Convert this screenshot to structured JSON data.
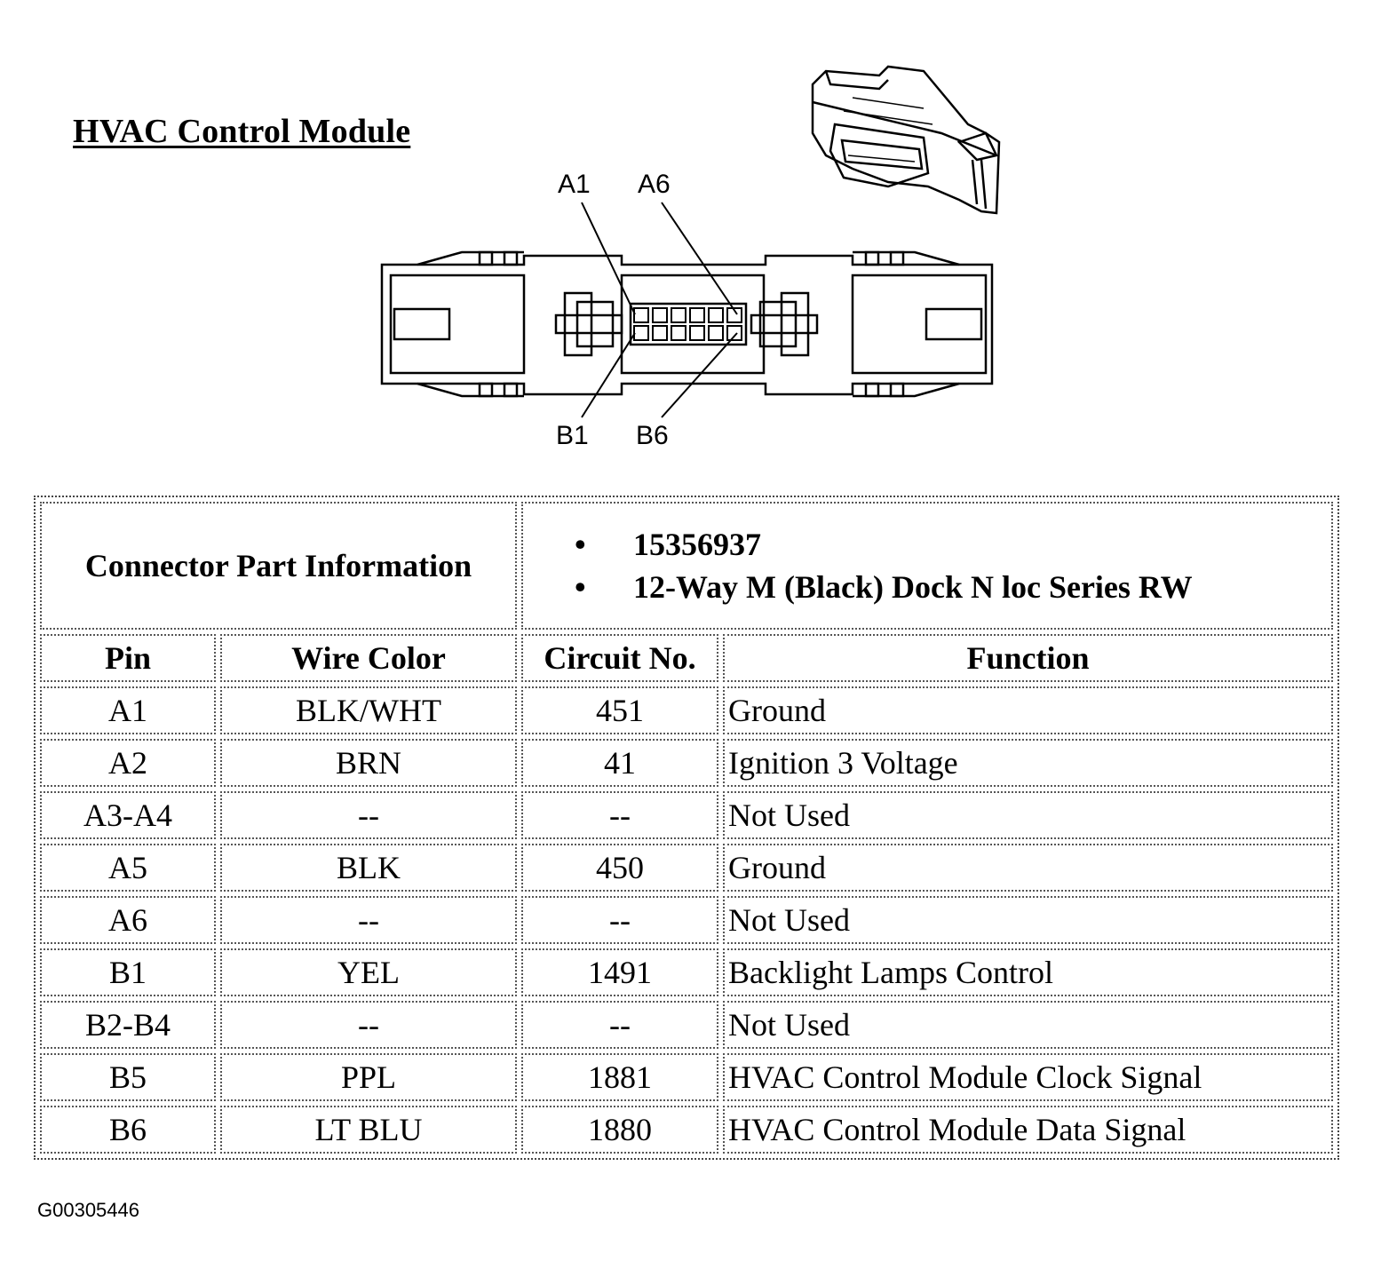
{
  "title": "HVAC Control Module",
  "pin_labels": {
    "a1": "A1",
    "a6": "A6",
    "b1": "B1",
    "b6": "B6"
  },
  "connector_info": {
    "label": "Connector Part Information",
    "items": [
      "15356937",
      "12-Way M (Black) Dock N loc Series RW"
    ]
  },
  "headers": [
    "Pin",
    "Wire Color",
    "Circuit No.",
    "Function"
  ],
  "rows": [
    {
      "pin": "A1",
      "wire": "BLK/WHT",
      "circuit": "451",
      "function": "Ground"
    },
    {
      "pin": "A2",
      "wire": "BRN",
      "circuit": "41",
      "function": "Ignition 3 Voltage"
    },
    {
      "pin": "A3-A4",
      "wire": "--",
      "circuit": "--",
      "function": "Not Used"
    },
    {
      "pin": "A5",
      "wire": "BLK",
      "circuit": "450",
      "function": "Ground"
    },
    {
      "pin": "A6",
      "wire": "--",
      "circuit": "--",
      "function": "Not Used"
    },
    {
      "pin": "B1",
      "wire": "YEL",
      "circuit": "1491",
      "function": "Backlight Lamps Control"
    },
    {
      "pin": "B2-B4",
      "wire": "--",
      "circuit": "--",
      "function": "Not Used"
    },
    {
      "pin": "B5",
      "wire": "PPL",
      "circuit": "1881",
      "function": "HVAC Control Module Clock Signal"
    },
    {
      "pin": "B6",
      "wire": "LT BLU",
      "circuit": "1880",
      "function": "HVAC Control Module Data Signal"
    }
  ],
  "figure_code": "G00305446"
}
